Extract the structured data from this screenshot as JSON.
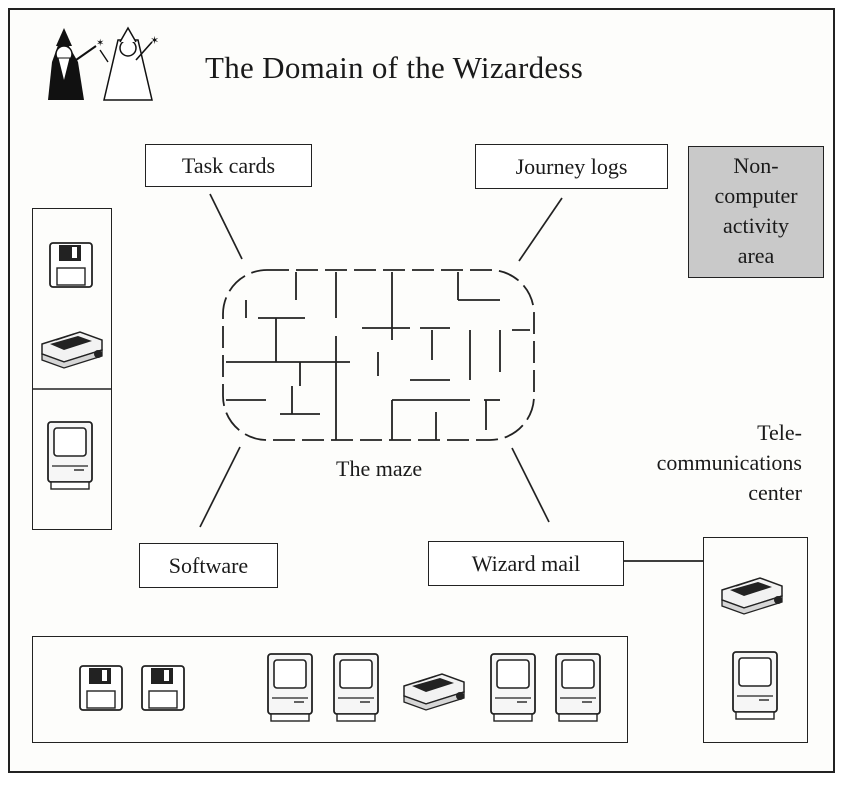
{
  "title": "The Domain of the Wizardess",
  "labels": {
    "task_cards": "Task cards",
    "journey_logs": "Journey logs",
    "software": "Software",
    "wizard_mail": "Wizard mail",
    "maze": "The maze"
  },
  "activity_area": {
    "lines": [
      "Non-",
      "computer",
      "activity",
      "area"
    ],
    "fill_color": "#c9c9c9"
  },
  "telecom": {
    "lines": [
      "Tele-",
      "communications",
      "center"
    ]
  },
  "icons": {
    "wizards": "wizard-and-wizardess-icon",
    "floppy": "floppy-disk-icon",
    "printer": "printer-icon",
    "computer": "macintosh-computer-icon"
  }
}
